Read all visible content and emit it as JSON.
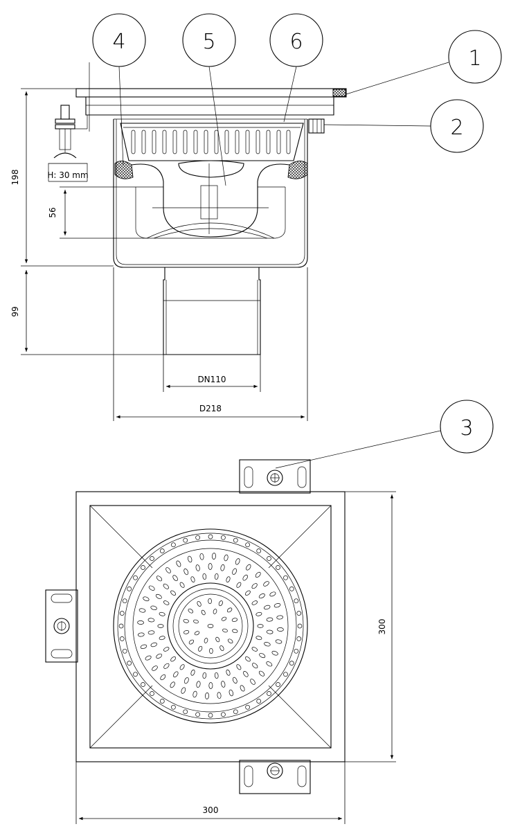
{
  "dimensions": {
    "height_total": "198",
    "height_upper": "56",
    "height_outlet": "99",
    "outlet_diameter": "DN110",
    "body_diameter": "D218",
    "plan_width": "300",
    "plan_height": "300",
    "adjust_height": "H: 30 mm"
  },
  "balloons": [
    "1",
    "2",
    "3",
    "4",
    "5",
    "6"
  ]
}
